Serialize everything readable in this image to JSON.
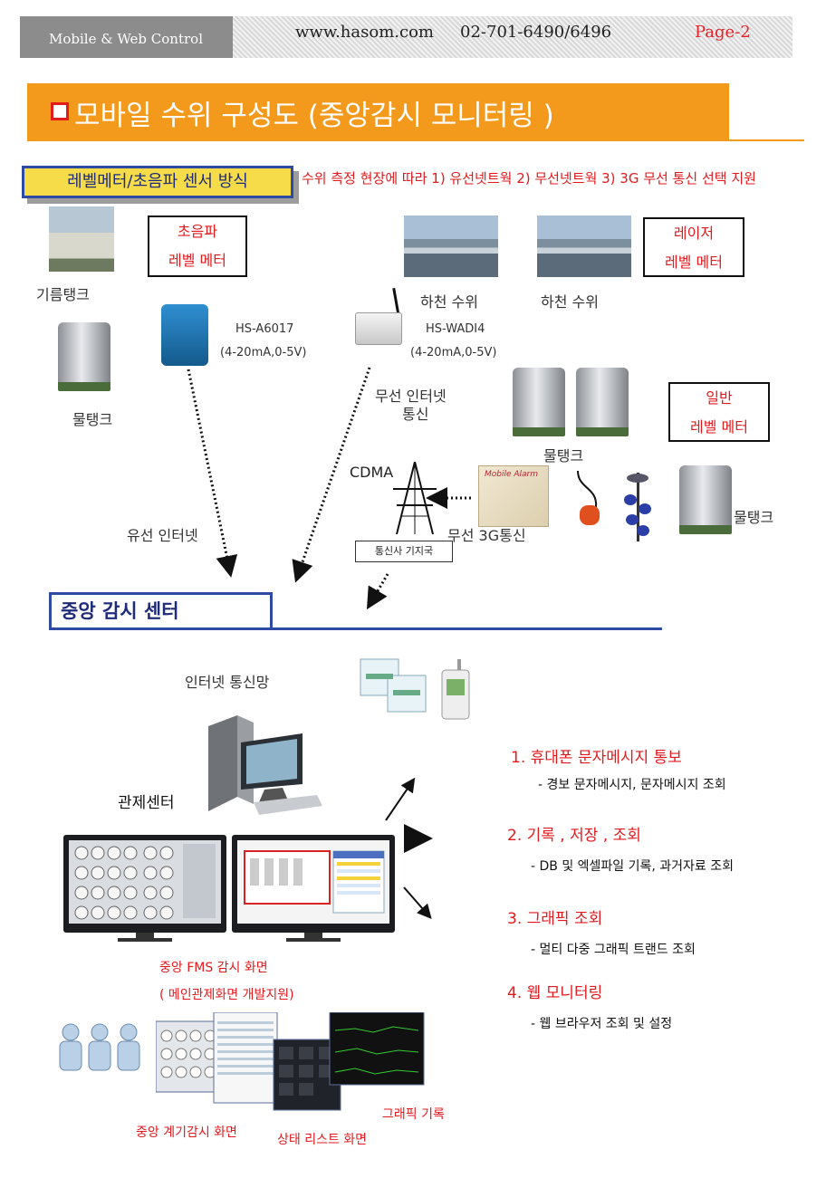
{
  "header": {
    "left_label": "Mobile & Web Control",
    "url": "www.hasom.com",
    "phone": "02-701-6490/6496",
    "page": "Page-2"
  },
  "title": "모바일 수위 구성도 (중앙감시 모니터링 )",
  "sensor_section": {
    "label": "레벨메터/초음파 센서 방식",
    "note": "수위 측정 현장에 따라 1) 유선넷트웍 2) 무선넷트웍 3) 3G 무선 통신 선택 지원"
  },
  "boxes": {
    "ultrasonic": [
      "초음파",
      "레벨 메터"
    ],
    "laser": [
      "레이저",
      "레벨 메터"
    ],
    "general": [
      "일반",
      "레벨 메터"
    ]
  },
  "labels": {
    "oil_tank": "기름탱크",
    "water_tank_1": "물탱크",
    "river_1": "하천 수위",
    "river_2": "하천 수위",
    "water_tank_2": "물탱크",
    "water_tank_3": "물탱크",
    "device_1_name": "HS-A6017",
    "device_1_spec": "(4-20mA,0-5V)",
    "device_2_name": "HS-WADI4",
    "device_2_spec": "(4-20mA,0-5V)",
    "wireless_net_1": "무선 인터넷",
    "wireless_net_2": "통신",
    "cdma": "CDMA",
    "wireless_3g": "무선 3G통신",
    "wired_net": "유선 인터넷",
    "base_station": "통신사 기지국",
    "alarm_device": "Mobile Alarm"
  },
  "center": {
    "title": "중앙 감시 센터",
    "internet": "인터넷 통신망",
    "control_center": "관제센터",
    "fms_caption_1": "중앙 FMS 감시 화면",
    "fms_caption_2": "( 메인관제화면 개발지원)",
    "gauge_screen": "중앙 계기감시 화면",
    "status_screen": "상태 리스트 화면",
    "graphic_screen": "그래픽 기록"
  },
  "features": [
    {
      "title": "1. 휴대폰 문자메시지  통보",
      "sub": "- 경보 문자메시지, 문자메시지 조회"
    },
    {
      "title": "2.  기록 , 저장 , 조회",
      "sub": "- DB 및 엑셀파일 기록, 과거자료 조회"
    },
    {
      "title": "3. 그래픽 조회",
      "sub": "- 멀티 다중 그래픽 트랜드 조회"
    },
    {
      "title": "4. 웹 모니터링",
      "sub": "- 웹 브라우저 조회 및 설정"
    }
  ],
  "colors": {
    "accent_orange": "#f39a1c",
    "accent_red": "#e3191e",
    "accent_blue": "#2e4aa3",
    "section_yellow": "#f7dc49"
  }
}
